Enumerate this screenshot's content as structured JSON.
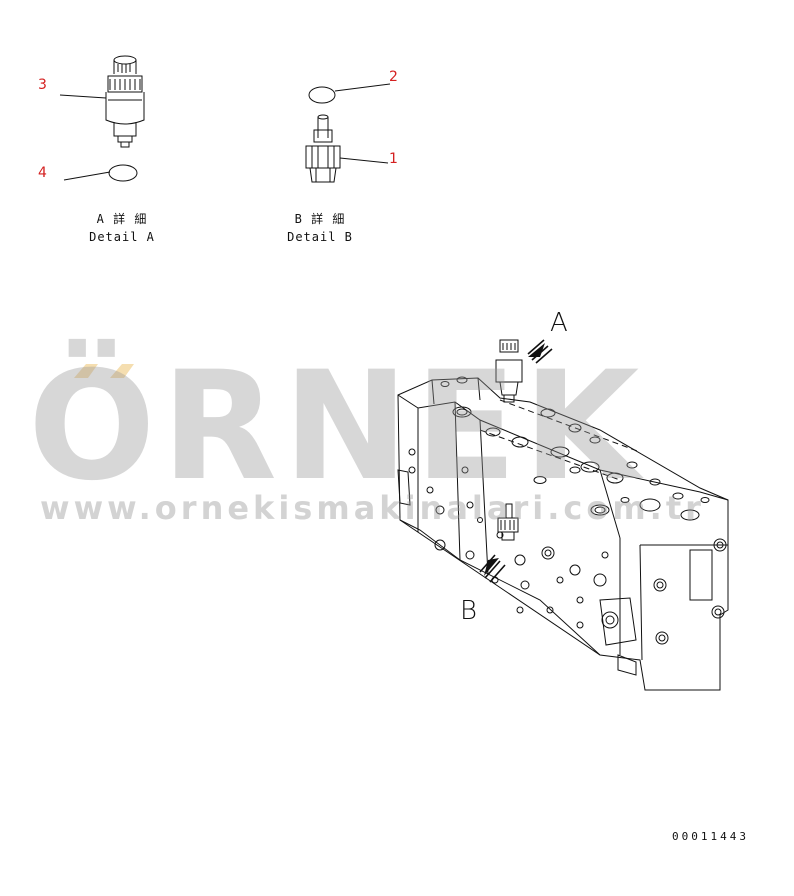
{
  "callouts": {
    "c1": "1",
    "c2": "2",
    "c3": "3",
    "c4": "4"
  },
  "captions": {
    "detail_a_jp": "A 詳 細",
    "detail_a_en": "Detail A",
    "detail_b_jp": "B 詳 細",
    "detail_b_en": "Detail B"
  },
  "view_labels": {
    "a": "A",
    "b": "B"
  },
  "watermark": {
    "brand": "ÖRNEK",
    "url": "www.ornekismakinalari.com.tr"
  },
  "document_code": "00011443",
  "colors": {
    "callout": "#d42020",
    "line": "#111111",
    "watermark": "#969696",
    "watermark_accent": "#f5deb0"
  }
}
